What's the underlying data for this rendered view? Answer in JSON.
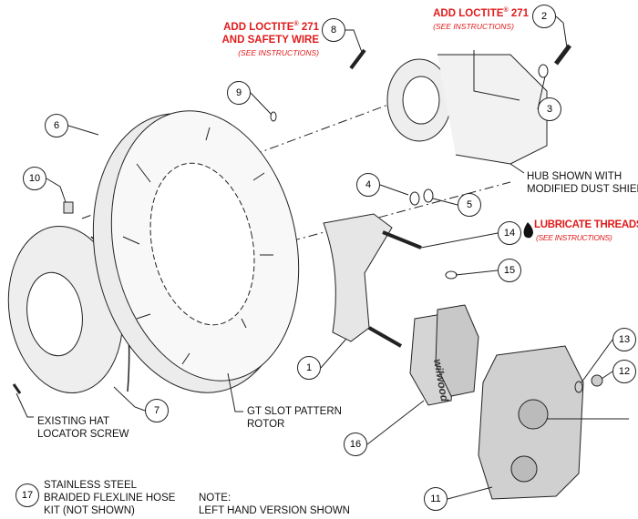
{
  "callouts": [
    "1",
    "2",
    "3",
    "4",
    "5",
    "6",
    "7",
    "8",
    "9",
    "10",
    "11",
    "12",
    "13",
    "14",
    "15",
    "16",
    "17"
  ],
  "notes": {
    "loctite_8_line1": "ADD LOCTITE",
    "loctite_8_line1b": "271",
    "loctite_8_line2": "AND SAFETY WIRE",
    "loctite_8_see": "(SEE INSTRUCTIONS)",
    "loctite_2": "ADD LOCTITE",
    "loctite_2b": "271",
    "loctite_2_see": "(SEE INSTRUCTIONS)",
    "registered": "®",
    "hub_line1": "HUB SHOWN WITH",
    "hub_line2": "MODIFIED DUST SHIELD",
    "lubricate": "LUBRICATE THREADS",
    "lubricate_see": "(SEE INSTRUCTIONS)",
    "hat_line1": "EXISTING HAT",
    "hat_line2": "LOCATOR SCREW",
    "rotor_line1": "GT SLOT PATTERN",
    "rotor_line2": "ROTOR",
    "hose_line1": "STAINLESS STEEL",
    "hose_line2": "BRAIDED FLEXLINE HOSE",
    "hose_line3": "KIT (NOT SHOWN)",
    "note_line1": "NOTE:",
    "note_line2": "LEFT HAND VERSION SHOWN"
  },
  "brand": "wilwood",
  "colors": {
    "warning": "#e01b1b",
    "line": "#222222",
    "part_fill": "#d9d9d9"
  }
}
